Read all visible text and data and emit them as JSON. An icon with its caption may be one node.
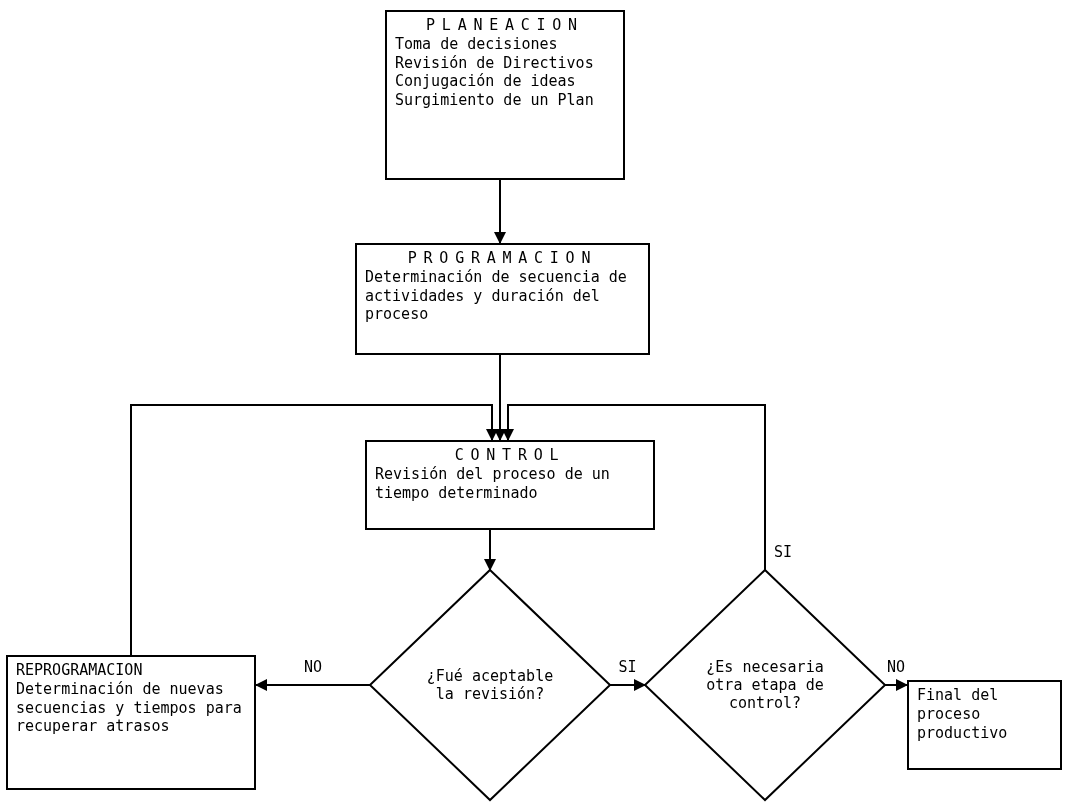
{
  "diagram": {
    "nodes": [
      {
        "text": [
          "PLANEACION",
          "Toma de decisiones",
          "Revisión de Directivos",
          "Conjugación de ideas",
          "Surgimiento de un Plan"
        ]
      },
      {
        "text": [
          "PROGRAMACION",
          "Determinación de secuencia de actividades y duración del proceso"
        ]
      },
      {
        "text": [
          "CONTROL",
          "Revisión del proceso de un tiempo determinado"
        ]
      },
      {
        "text": [
          "REPROGRAMACION",
          "Determinación de nuevas secuencias y tiempos para recuperar atrasos"
        ]
      },
      {
        "text": [
          "¿Fué aceptable la revisión?"
        ]
      },
      {
        "text": [
          "¿Es necesaria otra etapa de control?"
        ]
      },
      {
        "text": [
          "Final del proceso productivo"
        ]
      }
    ],
    "edges": [
      {
        "from": 0,
        "to": 1,
        "arrow": "to"
      },
      {
        "from": 1,
        "to": 2,
        "arrow": "to"
      },
      {
        "from": 2,
        "to": 4,
        "arrow": "to"
      },
      {
        "from": 4,
        "to": 3,
        "arrow": "to",
        "label": "NO"
      },
      {
        "from": 4,
        "to": 5,
        "arrow": "to",
        "label": "SI"
      },
      {
        "from": 5,
        "to": 2,
        "arrow": "to",
        "label": "SI"
      },
      {
        "from": 5,
        "to": 6,
        "arrow": "to",
        "label": "NO"
      },
      {
        "from": 3,
        "to": 2,
        "arrow": "to"
      }
    ]
  }
}
